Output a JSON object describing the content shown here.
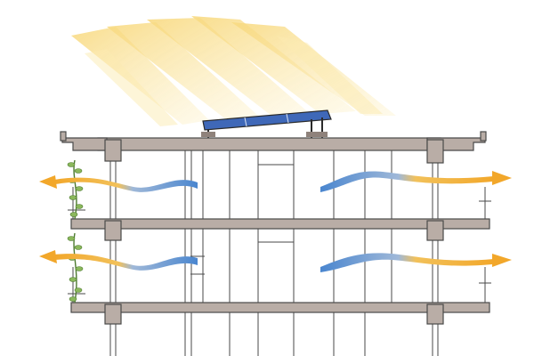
{
  "scene": {
    "subject": "building-cross-section-sketch",
    "colors": {
      "paper": "#ffffff",
      "sun_light": "#f6cf5c",
      "sun_pale": "#fbe7a3",
      "concrete": "#b9ada6",
      "concrete_dark": "#8f827b",
      "line": "#4a4a4a",
      "solar_panel": "#3f68b8",
      "solar_frame": "#2b2b2b",
      "warm_air": "#f2a72a",
      "cool_air": "#4a86cf",
      "plant_leaf": "#8bb85c",
      "plant_stem": "#4d7a2f"
    },
    "icons": {
      "sun": "sun-rays",
      "panel": "solar-panel",
      "airflow": "airflow-arrow",
      "plants": "climbing-plant"
    }
  }
}
